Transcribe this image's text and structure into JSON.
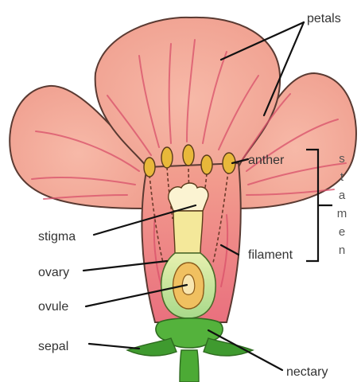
{
  "labels": {
    "petals": "petals",
    "anther": "anther",
    "stamen": "stamen",
    "stigma": "stigma",
    "filament": "filament",
    "ovary": "ovary",
    "ovule": "ovule",
    "sepal": "sepal",
    "nectary": "nectary"
  },
  "stamen_letters": [
    "s",
    "t",
    "a",
    "m",
    "e",
    "n"
  ],
  "colors": {
    "petal_fill": "#f4a59a",
    "petal_outline": "#5a3a32",
    "petal_veins": "#d9506a",
    "pistil": "#f4e89a",
    "ovary": "#cfe8a6",
    "ovule": "#f0c060",
    "sepal": "#3f9a2f",
    "anther": "#e8b83a",
    "label_text": "#333333"
  }
}
